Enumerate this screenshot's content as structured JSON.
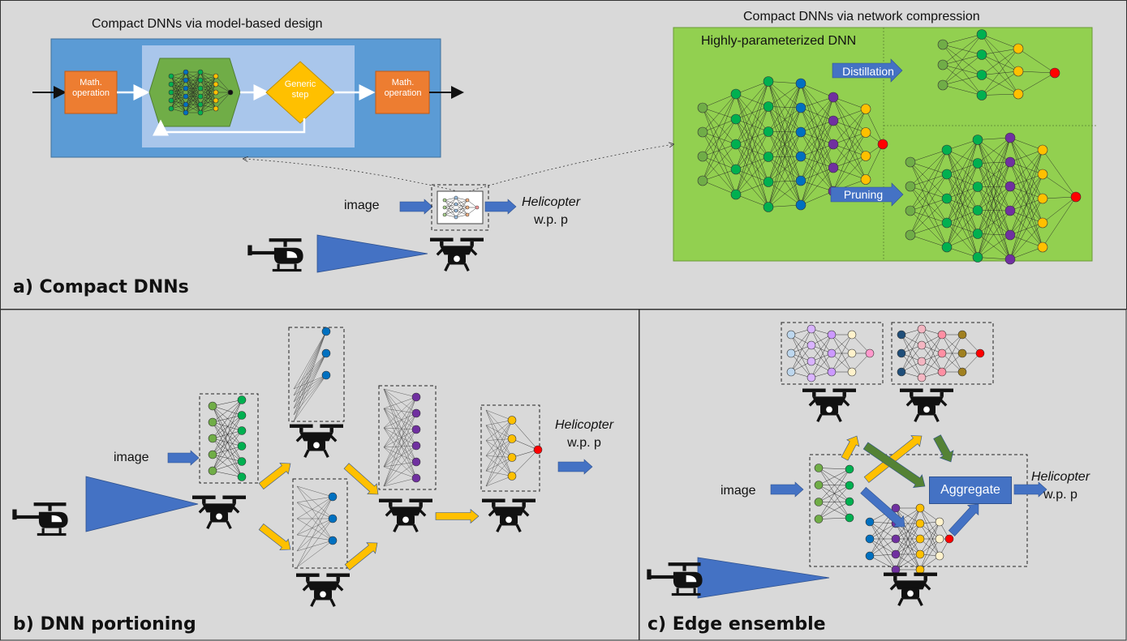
{
  "panel_a": {
    "label": "a) Compact DNNs",
    "model_based_title": "Compact DNNs via model-based design",
    "compression_title": "Compact DNNs via network compression",
    "math_op_1": "Math. operation",
    "math_op_2": "Math. operation",
    "generic_step": "Generic step",
    "highly_param": "Highly-parameterized DNN",
    "distillation": "Distillation",
    "pruning": "Pruning",
    "input": "image",
    "output_class": "Helicopter",
    "output_prob": "w.p. p"
  },
  "panel_b": {
    "label": "b) DNN portioning",
    "input": "image",
    "output_class": "Helicopter",
    "output_prob": "w.p. p"
  },
  "panel_c": {
    "label": "c) Edge ensemble",
    "input": "image",
    "aggregate": "Aggregate",
    "output_class": "Helicopter",
    "output_prob": "w.p. p"
  },
  "colors": {
    "blue_box": "#5b9bd5",
    "inner_box": "#a9c6eb",
    "orange": "#ed7d31",
    "gold": "#ffc000",
    "green_panel": "#92d050",
    "arrow_blue": "#4472c4",
    "node_green": "#70ad47",
    "node_teal": "#00b050",
    "node_blue": "#0070c0",
    "node_purple": "#7030a0",
    "node_yellow": "#ffc000",
    "node_red": "#ff0000",
    "arrow_green": "#548235"
  }
}
